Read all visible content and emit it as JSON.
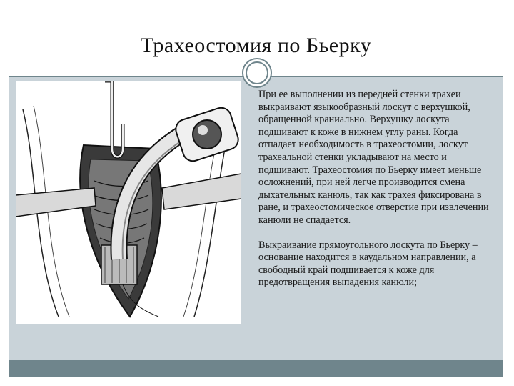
{
  "slide": {
    "title": "Трахеостомия по Бьерку",
    "paragraphs": [
      "При ее выполнении из передней стенки трахеи выкраивают языкообразный лоскут с верхушкой, обращенной краниально. Верхушку лоскута подшивают к коже в нижнем углу раны. Когда отпадает необходимость в трахеостомии, лоскут трахеальной стенки укладывают на место и подшивают. Трахеостомия по Бьерку имеет меньше осложнений, при ней легче производится смена дыхательных канюль, так как трахея фиксирована в ране, и трахеостомическое отверстие при извлечении канюли не спадается.",
      "Выкраивание прямоугольного лоскута по Бьерку – основание находится в каудальном направлении, а свободный край подшивается к коже для предотвращения выпадения канюли;"
    ]
  },
  "colors": {
    "body_background": "#c9d3d9",
    "accent_bar": "#6f858c",
    "frame_border": "#9aa3a8"
  }
}
